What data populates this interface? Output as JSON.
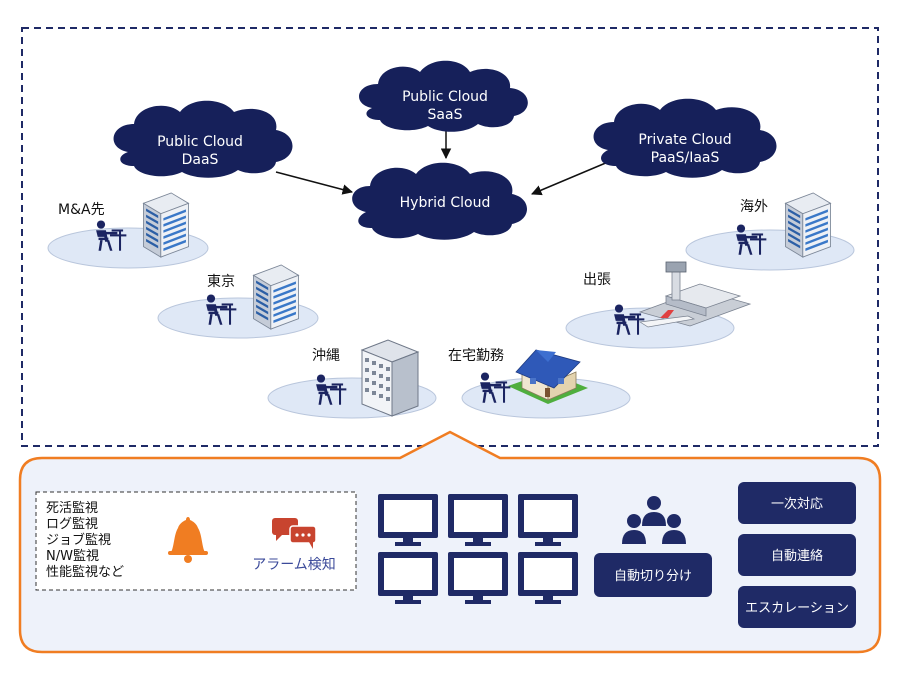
{
  "clouds": {
    "public_daas": [
      "Public Cloud",
      "DaaS"
    ],
    "public_saas": [
      "Public Cloud",
      "SaaS"
    ],
    "private": [
      "Private Cloud",
      "PaaS/IaaS"
    ],
    "hybrid": "Hybrid Cloud"
  },
  "locations": {
    "ma": "M&A先",
    "tokyo": "東京",
    "okinawa": "沖縄",
    "home": "在宅勤務",
    "business_trip": "出張",
    "overseas": "海外"
  },
  "monitoring": {
    "items": [
      "死活監視",
      "ログ監視",
      "ジョブ監視",
      "N/W監視",
      "性能監視など"
    ],
    "alarm_label": "アラーム検知",
    "auto_triage_label": "自動切り分け",
    "actions": [
      "一次対応",
      "自動連絡",
      "エスカレーション"
    ]
  },
  "icons": [
    "bell-icon",
    "chat-bubbles-icon",
    "monitor-icon",
    "team-icon",
    "building-icon",
    "person-at-desk-icon",
    "house-icon",
    "airport-icon"
  ],
  "colors": {
    "navy": "#1f2a66",
    "cloud": "#16205a",
    "orange": "#f07d22",
    "panel_bg": "#eef2fa",
    "disc": "#dfe8f6",
    "alarm_text": "#3b4a9a",
    "chat_red": "#c8442f"
  }
}
